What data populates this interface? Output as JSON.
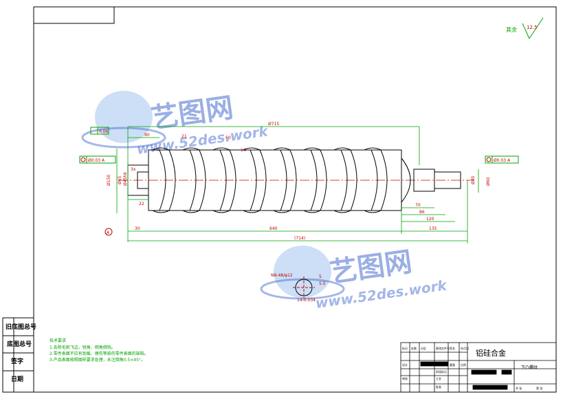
{
  "colors": {
    "outline": "#000000",
    "dimension": "#00a000",
    "annotation": "#c00000",
    "centerline": "#c00000",
    "watermark": "#4a6fd1"
  },
  "surface_finish": {
    "label": "其余",
    "value": "12.5"
  },
  "part_dimensions": {
    "overall": "Ø715",
    "thread_length": "640",
    "total_length": "(714)",
    "left_step": "30",
    "left_collar": "22",
    "right_end": "135",
    "right_70": "70",
    "right_86": "86",
    "right_120": "120",
    "top_90": "90",
    "top_21": "21",
    "pitch_60": "60",
    "tooth": "14",
    "left_dia": "Ø150",
    "left_dia2": "Ø65",
    "left_dia3": "Ø45h6",
    "right_dia": "Ø60",
    "right_dia2": "Ø45",
    "chamfer": "3x",
    "key_width": "14-0.034",
    "key_depth": "5",
    "key_len": "5.5",
    "key_label": "N8-48/φ12"
  },
  "tolerances": {
    "flatness": "0.06",
    "runout_left": "Ø0.03 A",
    "runout_right": "Ø0.03 A",
    "datum": "A"
  },
  "watermark": {
    "brand": "艺图网",
    "url": "www.52des.work"
  },
  "side_labels": [
    "旧底图总号",
    "底图总号",
    "签字",
    "日期"
  ],
  "notes": {
    "title": "技术要求",
    "lines": [
      "1.去除毛刺飞边，锐角、倒角倒钝。",
      "2.零件表面不应有划痕、擦伤等损伤零件表面的缺陷。",
      "3.产品表面按照图样要求处理，未注倒角0.5×45°。"
    ]
  },
  "title_block": {
    "material": "铝硅合金",
    "part_name": "下凸螺纹",
    "cells": [
      "标记",
      "处数",
      "分区",
      "更改文件号",
      "签名",
      "年月日",
      "设计",
      "标准化",
      "阶段标记",
      "重量",
      "比例",
      "审核",
      "工艺",
      "批准",
      "共 张",
      "第 张"
    ]
  }
}
